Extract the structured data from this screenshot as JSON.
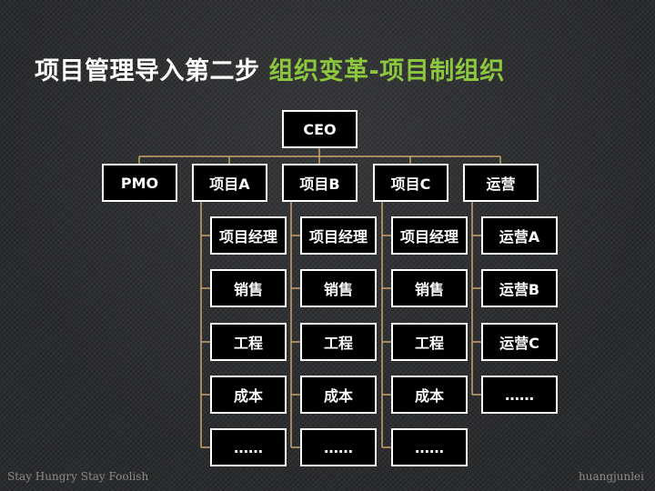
{
  "title": {
    "main": "项目管理导入第二步",
    "accent": "组织变革-项目制组织"
  },
  "colors": {
    "accent": "#8dc63f",
    "connector": "#c8a46e",
    "box_bg": "#000000",
    "box_border": "#ffffff"
  },
  "org": {
    "ceo": "CEO",
    "departments": [
      "PMO",
      "项目A",
      "项目B",
      "项目C",
      "运营"
    ],
    "project_a": [
      "项目经理",
      "销售",
      "工程",
      "成本",
      "……"
    ],
    "project_b": [
      "项目经理",
      "销售",
      "工程",
      "成本",
      "……"
    ],
    "project_c": [
      "项目经理",
      "销售",
      "工程",
      "成本",
      "……"
    ],
    "operations": [
      "运营A",
      "运营B",
      "运营C",
      "……"
    ]
  },
  "footer": {
    "left": "Stay Hungry Stay Foolish",
    "right": "huangjunlei"
  }
}
